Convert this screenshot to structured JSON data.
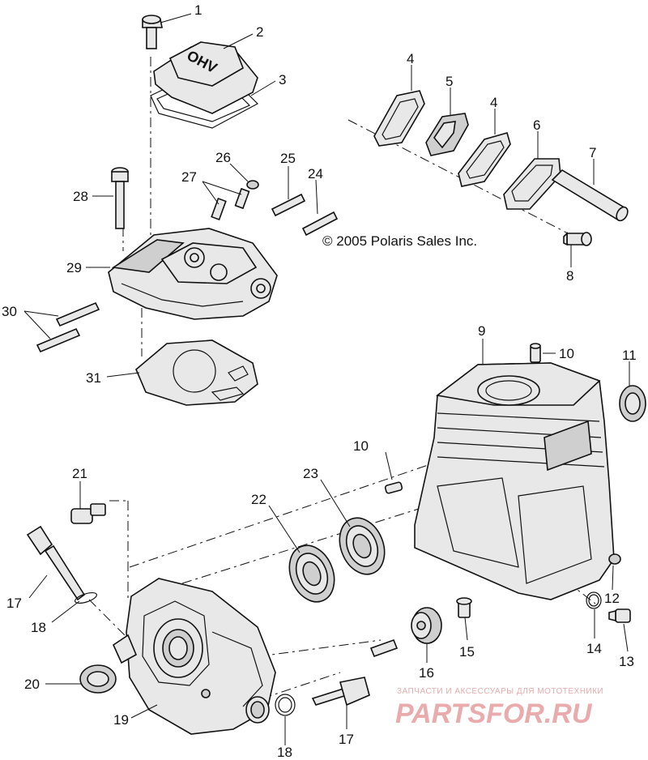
{
  "copyright": "© 2005 Polaris Sales Inc.",
  "cover_marking": "OHV",
  "watermark": {
    "subtitle": "ЗАПЧАСТИ И АКСЕССУАРЫ ДЛЯ МОТОТЕХНИКИ",
    "brand": "PARTSFOR.RU"
  },
  "labels": {
    "p1": "1",
    "p2": "2",
    "p3": "3",
    "p4a": "4",
    "p4b": "4",
    "p5": "5",
    "p6": "6",
    "p7": "7",
    "p8": "8",
    "p9": "9",
    "p10a": "10",
    "p10b": "10",
    "p11": "11",
    "p12": "12",
    "p13": "13",
    "p14": "14",
    "p15": "15",
    "p16": "16",
    "p17a": "17",
    "p17b": "17",
    "p18a": "18",
    "p18b": "18",
    "p19": "19",
    "p20": "20",
    "p21": "21",
    "p22": "22",
    "p23": "23",
    "p24": "24",
    "p25": "25",
    "p26": "26",
    "p27": "27",
    "p28": "28",
    "p29": "29",
    "p30": "30",
    "p31": "31"
  }
}
